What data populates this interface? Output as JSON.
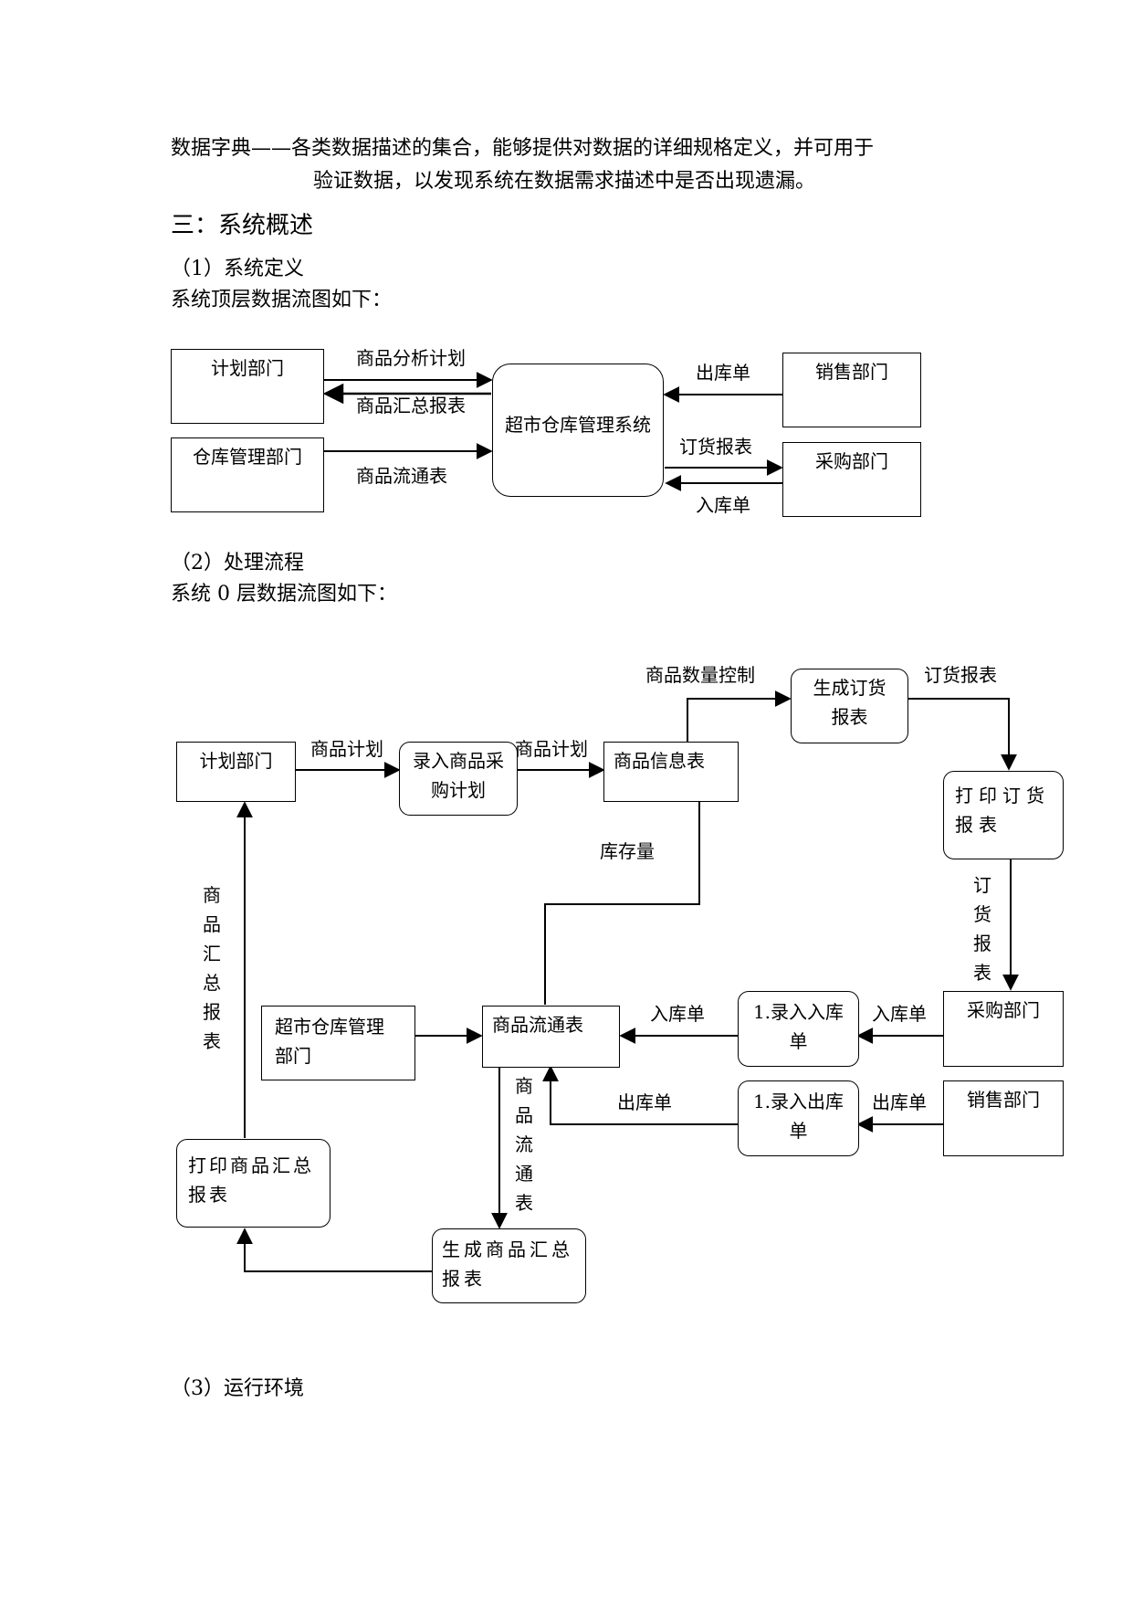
{
  "text": {
    "p1_line1": "数据字典——各类数据描述的集合，能够提供对数据的详细规格定义，并可用于",
    "p1_line2": "验证数据，以发现系统在数据需求描述中是否出现遗漏。",
    "section3": "三：系统概述",
    "sub1": "（1）系统定义",
    "sub1_desc": "系统顶层数据流图如下：",
    "sub2": "（2）处理流程",
    "sub2_desc": "系统 0 层数据流图如下：",
    "sub3": "（3）运行环境"
  },
  "top_diagram": {
    "entities": {
      "plan": "计划部门",
      "warehouse": "仓库管理部门",
      "sales": "销售部门",
      "purchase": "采购部门"
    },
    "center": "超市仓库管理系统",
    "flows": {
      "analysis_plan": "商品分析计划",
      "summary_report": "商品汇总报表",
      "circulation": "商品流通表",
      "outbound": "出库单",
      "order_report": "订货报表",
      "inbound": "入库单"
    }
  },
  "level0_diagram": {
    "nodes": {
      "plan_dept": "计划部门",
      "enter_plan": "录入商品采购计划",
      "goods_info": "商品信息表",
      "gen_order": "生成订货报表",
      "print_order": "打印订货报表",
      "purchase_dept": "采购部门",
      "sales_dept": "销售部门",
      "enter_in": "1.录入入库单",
      "enter_out": "1.录入出库单",
      "circ_table": "商品流通表",
      "wh_dept": "超市仓库管理部门",
      "gen_summary": "生成商品汇总报表",
      "print_summary": "打印商品汇总报表"
    },
    "flows": {
      "goods_plan_1": "商品计划",
      "goods_plan_2": "商品计划",
      "qty_control": "商品数量控制",
      "order_report_1": "订货报表",
      "order_report_v": "订货报表",
      "stock": "库存量",
      "inbound_1": "入库单",
      "inbound_2": "入库单",
      "outbound_1": "出库单",
      "outbound_2": "出库单",
      "summary_v": "商品汇总报表",
      "circ_v": "商品流通表"
    }
  }
}
